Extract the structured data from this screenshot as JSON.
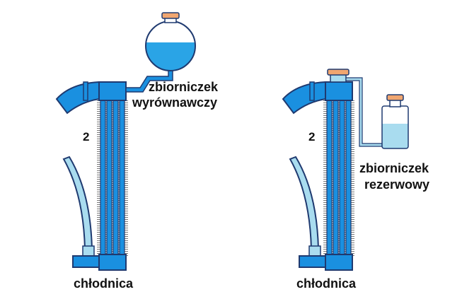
{
  "left_diagram": {
    "tank_label_line1": "zbiorniczek",
    "tank_label_line2": "wyrównawczy",
    "hose_number": "2",
    "radiator_label": "chłodnica"
  },
  "right_diagram": {
    "tank_label_line1": "zbiorniczek",
    "tank_label_line2": "rezerwowy",
    "hose_number": "2",
    "radiator_label": "chłodnica"
  },
  "colors": {
    "radiator_blue": "#1a90e0",
    "outline": "#1f3a70",
    "coolant_light": "#a9dcef",
    "coolant_dark": "#2aa4e6",
    "cap_orange": "#f0a670",
    "fins": "#555555"
  }
}
